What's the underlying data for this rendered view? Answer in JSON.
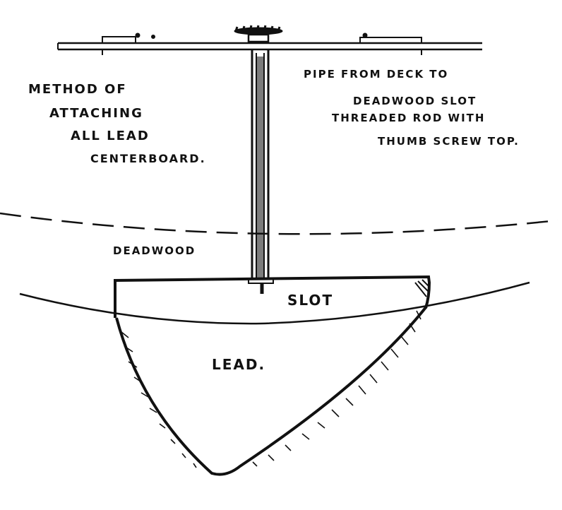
{
  "title_lines": [
    "METHOD OF",
    "ATTACHING",
    "ALL LEAD",
    "CENTERBOARD."
  ],
  "pipe_note_lines": [
    "PIPE FROM DECK TO",
    "DEADWOOD SLOT",
    "THREADED ROD WITH",
    "THUMB SCREW TOP."
  ],
  "labels": {
    "deadwood": "DEADWOOD",
    "slot": "SLOT",
    "lead": "LEAD."
  },
  "colors": {
    "ink": "#111111",
    "paper": "#ffffff"
  }
}
